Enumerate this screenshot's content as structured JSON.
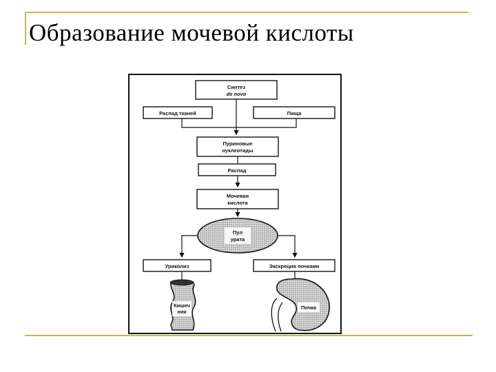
{
  "slide": {
    "title": "Образование мочевой кислоты"
  },
  "diagram": {
    "synthesis_line1": "Синтез",
    "synthesis_line2": "de novo",
    "tissue_breakdown": "Распад тканей",
    "food": "Пища",
    "purine_line1": "Пуриновые",
    "purine_line2": "нуклеотиды",
    "breakdown": "Распад",
    "uric_line1": "Мочевая",
    "uric_line2": "кислота",
    "pool_line1": "Пул",
    "pool_line2": "урата",
    "uricolysis": "Уриколиз",
    "renal_excretion": "Экскреция почками",
    "intestine_line1": "Кишеч",
    "intestine_line2": "ник",
    "kidney": "Почка"
  },
  "colors": {
    "accent_line": "#c8b458",
    "ink": "#111111"
  }
}
